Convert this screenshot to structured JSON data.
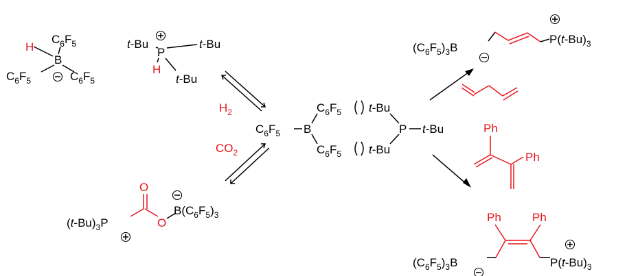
{
  "labels": {
    "h2": "H",
    "h2_sub": "2",
    "co2": "CO",
    "co2_sub": "2",
    "ph": "Ph",
    "tbu": "t-Bu",
    "tbu_t": "t",
    "tbu_rest": "-Bu",
    "h": "H",
    "b": "B",
    "p": "P",
    "o": "O",
    "c": "C",
    "f": "F",
    "six": "6",
    "five": "5",
    "three": "3"
  },
  "colors": {
    "reagent": "#e8141b",
    "structure": "#000000"
  }
}
